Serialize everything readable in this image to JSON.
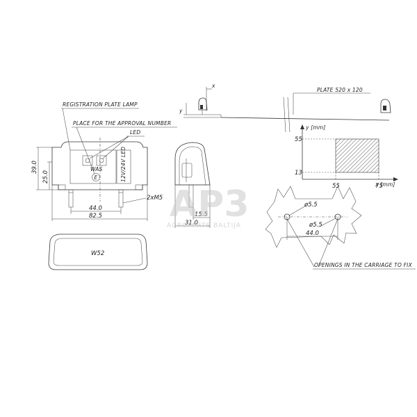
{
  "labels": {
    "registration_plate_lamp": "REGISTRATION PLATE LAMP",
    "place_for_approval": "PLACE FOR THE APPROVAL NUMBER",
    "led": "LED",
    "plate_size": "PLATE 520 x 120",
    "openings": "OPENINGS IN THE CARRIAGE TO FIX",
    "bolts": "2xM5",
    "lens_marking": "W52",
    "body_marking": "WAS",
    "side_print": "12V/24V LED"
  },
  "dimensions": {
    "height_total": "39.0",
    "height_body": "25.0",
    "bolt_spacing": "44.0",
    "width_total": "82.5",
    "side_depth_small": "15.5",
    "side_depth": "31.0",
    "hole_dia_1": "ø5.5",
    "hole_dia_2": "ø5.5",
    "hole_spacing": "44.0"
  },
  "graph": {
    "y_axis_label": "y [mm]",
    "x_axis_label": "x [mm]",
    "y_ticks": [
      "55",
      "13"
    ],
    "x_ticks": [
      "55",
      "75"
    ],
    "axis_small_x": "x",
    "axis_small_y": "y"
  },
  "watermark": {
    "logo": "AP3",
    "name": "AGROPARTS BALTIJA"
  }
}
